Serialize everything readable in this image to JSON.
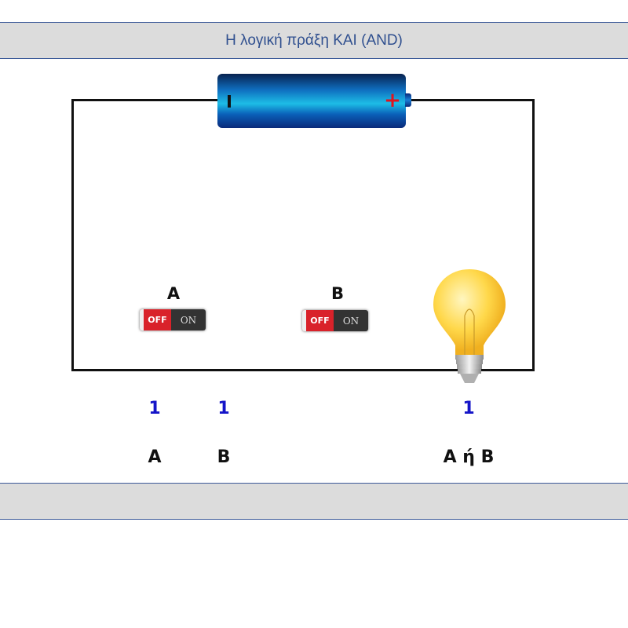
{
  "header": {
    "title": "Η λογική πράξη ΚΑΙ (AND)"
  },
  "switches": [
    {
      "label": "A",
      "off_text": "OFF",
      "on_text": "ON"
    },
    {
      "label": "B",
      "off_text": "OFF",
      "on_text": "ON"
    }
  ],
  "values": {
    "a": "1",
    "b": "1",
    "result": "1"
  },
  "names": {
    "a": "A",
    "b": "B",
    "result": "A ή B"
  },
  "colors": {
    "header_bg": "#dcdcdc",
    "header_text": "#2f4f8f",
    "value_blue": "#1414c8",
    "switch_red": "#d9222a"
  },
  "icons": {
    "battery": "battery-icon",
    "bulb": "light-bulb-icon"
  }
}
